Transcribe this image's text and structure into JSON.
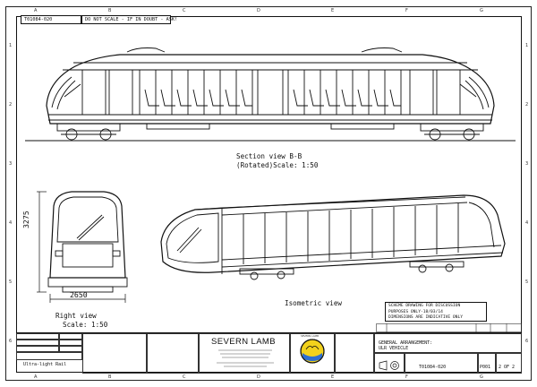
{
  "header": {
    "drawing_number": "T01084-020",
    "warning": "DO NOT SCALE - IF IN DOUBT - ASK!"
  },
  "zones": {
    "columns": [
      "A",
      "B",
      "C",
      "D",
      "E",
      "F",
      "G"
    ],
    "rows": [
      "1",
      "2",
      "3",
      "4",
      "5",
      "6"
    ]
  },
  "views": {
    "section_title": "Section view B-B",
    "section_scale": "(Rotated)Scale:  1:50",
    "right_title": "Right view",
    "right_scale": "Scale:  1:50",
    "iso_title": "Isometric view",
    "height_dim": "3275",
    "width_dim": "2650"
  },
  "notes": {
    "line1": "SCHEME DRAWING FOR DISCUSSION",
    "line2": "PURPOSES ONLY-18/03/14",
    "line3": "DIMENSIONS ARE INDICATIVE ONLY"
  },
  "title_block": {
    "company": "SEVERN LAMB",
    "project": "Ultra-light Rail",
    "drawing_title_1": "GENERAL ARRANGEMENT:",
    "drawing_title_2": "ULR VEHICLE",
    "drawing_number": "T01084-020",
    "revision": "P001",
    "sheet": "2 OF 2",
    "logo_text": "SEVERN LAMB"
  }
}
